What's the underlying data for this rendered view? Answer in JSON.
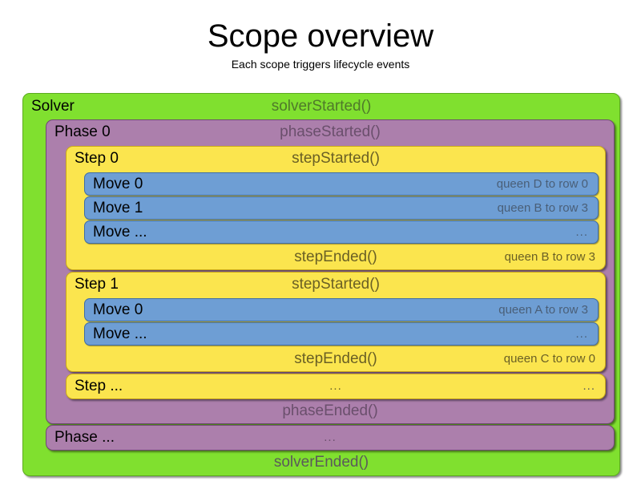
{
  "header": {
    "title": "Scope overview",
    "subtitle": "Each scope triggers lifecycle events"
  },
  "colors": {
    "solver": "#80e02f",
    "phase": "#ac7fac",
    "step": "#fbe54e",
    "move": "#6e9ed4",
    "event_text": "#5a5a5a",
    "background": "#ffffff"
  },
  "solver": {
    "label": "Solver",
    "started_event": "solverStarted()",
    "ended_event": "solverEnded()",
    "phases": [
      {
        "label": "Phase 0",
        "started_event": "phaseStarted()",
        "ended_event": "phaseEnded()",
        "steps": [
          {
            "label": "Step 0",
            "started_event": "stepStarted()",
            "ended_event": "stepEnded()",
            "ended_value": "queen B to row 3",
            "moves": [
              {
                "label": "Move 0",
                "value": "queen D to row 0"
              },
              {
                "label": "Move 1",
                "value": "queen B to row 3"
              },
              {
                "label": "Move ...",
                "value": "..."
              }
            ]
          },
          {
            "label": "Step 1",
            "started_event": "stepStarted()",
            "ended_event": "stepEnded()",
            "ended_value": "queen C to row 0",
            "moves": [
              {
                "label": "Move 0",
                "value": "queen A to row 3"
              },
              {
                "label": "Move ...",
                "value": "..."
              }
            ]
          }
        ],
        "ellipsis_step": {
          "label": "Step ...",
          "center": "...",
          "right": "..."
        }
      }
    ],
    "ellipsis_phase": {
      "label": "Phase ...",
      "center": "..."
    }
  }
}
